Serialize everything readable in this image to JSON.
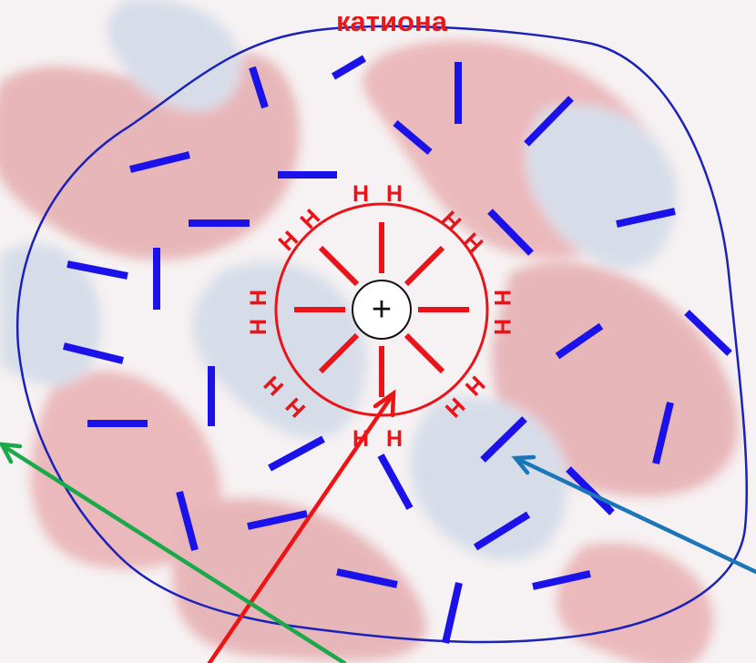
{
  "title": {
    "text": "катиона"
  },
  "hydration": {
    "h_label": "H",
    "ion_symbol": "+",
    "pairs": [
      {
        "name": "h-pair-top",
        "labels": [
          "H",
          "H"
        ]
      },
      {
        "name": "h-pair-top-right",
        "labels": [
          "H",
          "H"
        ]
      },
      {
        "name": "h-pair-right",
        "labels": [
          "H",
          "H"
        ]
      },
      {
        "name": "h-pair-bottom-right",
        "labels": [
          "H",
          "H"
        ]
      },
      {
        "name": "h-pair-bottom",
        "labels": [
          "H",
          "H"
        ]
      },
      {
        "name": "h-pair-bottom-left",
        "labels": [
          "H",
          "H"
        ]
      },
      {
        "name": "h-pair-left",
        "labels": [
          "H",
          "H"
        ]
      },
      {
        "name": "h-pair-top-left",
        "labels": [
          "H",
          "H"
        ]
      }
    ]
  },
  "colors": {
    "title": "#e8181a",
    "inner_shell": "#e8141a",
    "outer_shell": "#1a22b8",
    "dipole": "#1a12e8",
    "arrow_red": "#ee1414",
    "arrow_green": "#1aa84a",
    "arrow_blue": "#1a76b8",
    "background_red": "#d03a3e",
    "background_blue": "#8fb2d6"
  }
}
